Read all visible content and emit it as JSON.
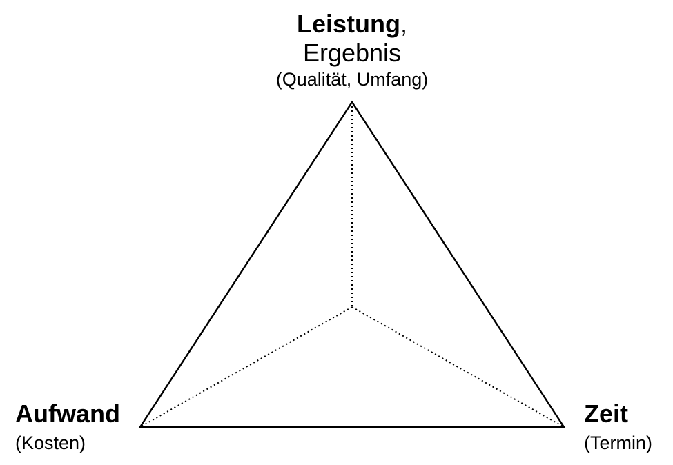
{
  "diagram": {
    "top": {
      "title": "Leistung",
      "title_suffix": ",",
      "subtitle": "Ergebnis",
      "detail": "(Qualität, Umfang)"
    },
    "left": {
      "title": "Aufwand",
      "detail": "(Kosten)"
    },
    "right": {
      "title": "Zeit",
      "detail": "(Termin)"
    },
    "colors": {
      "line": "#000000",
      "background": "#ffffff"
    }
  }
}
